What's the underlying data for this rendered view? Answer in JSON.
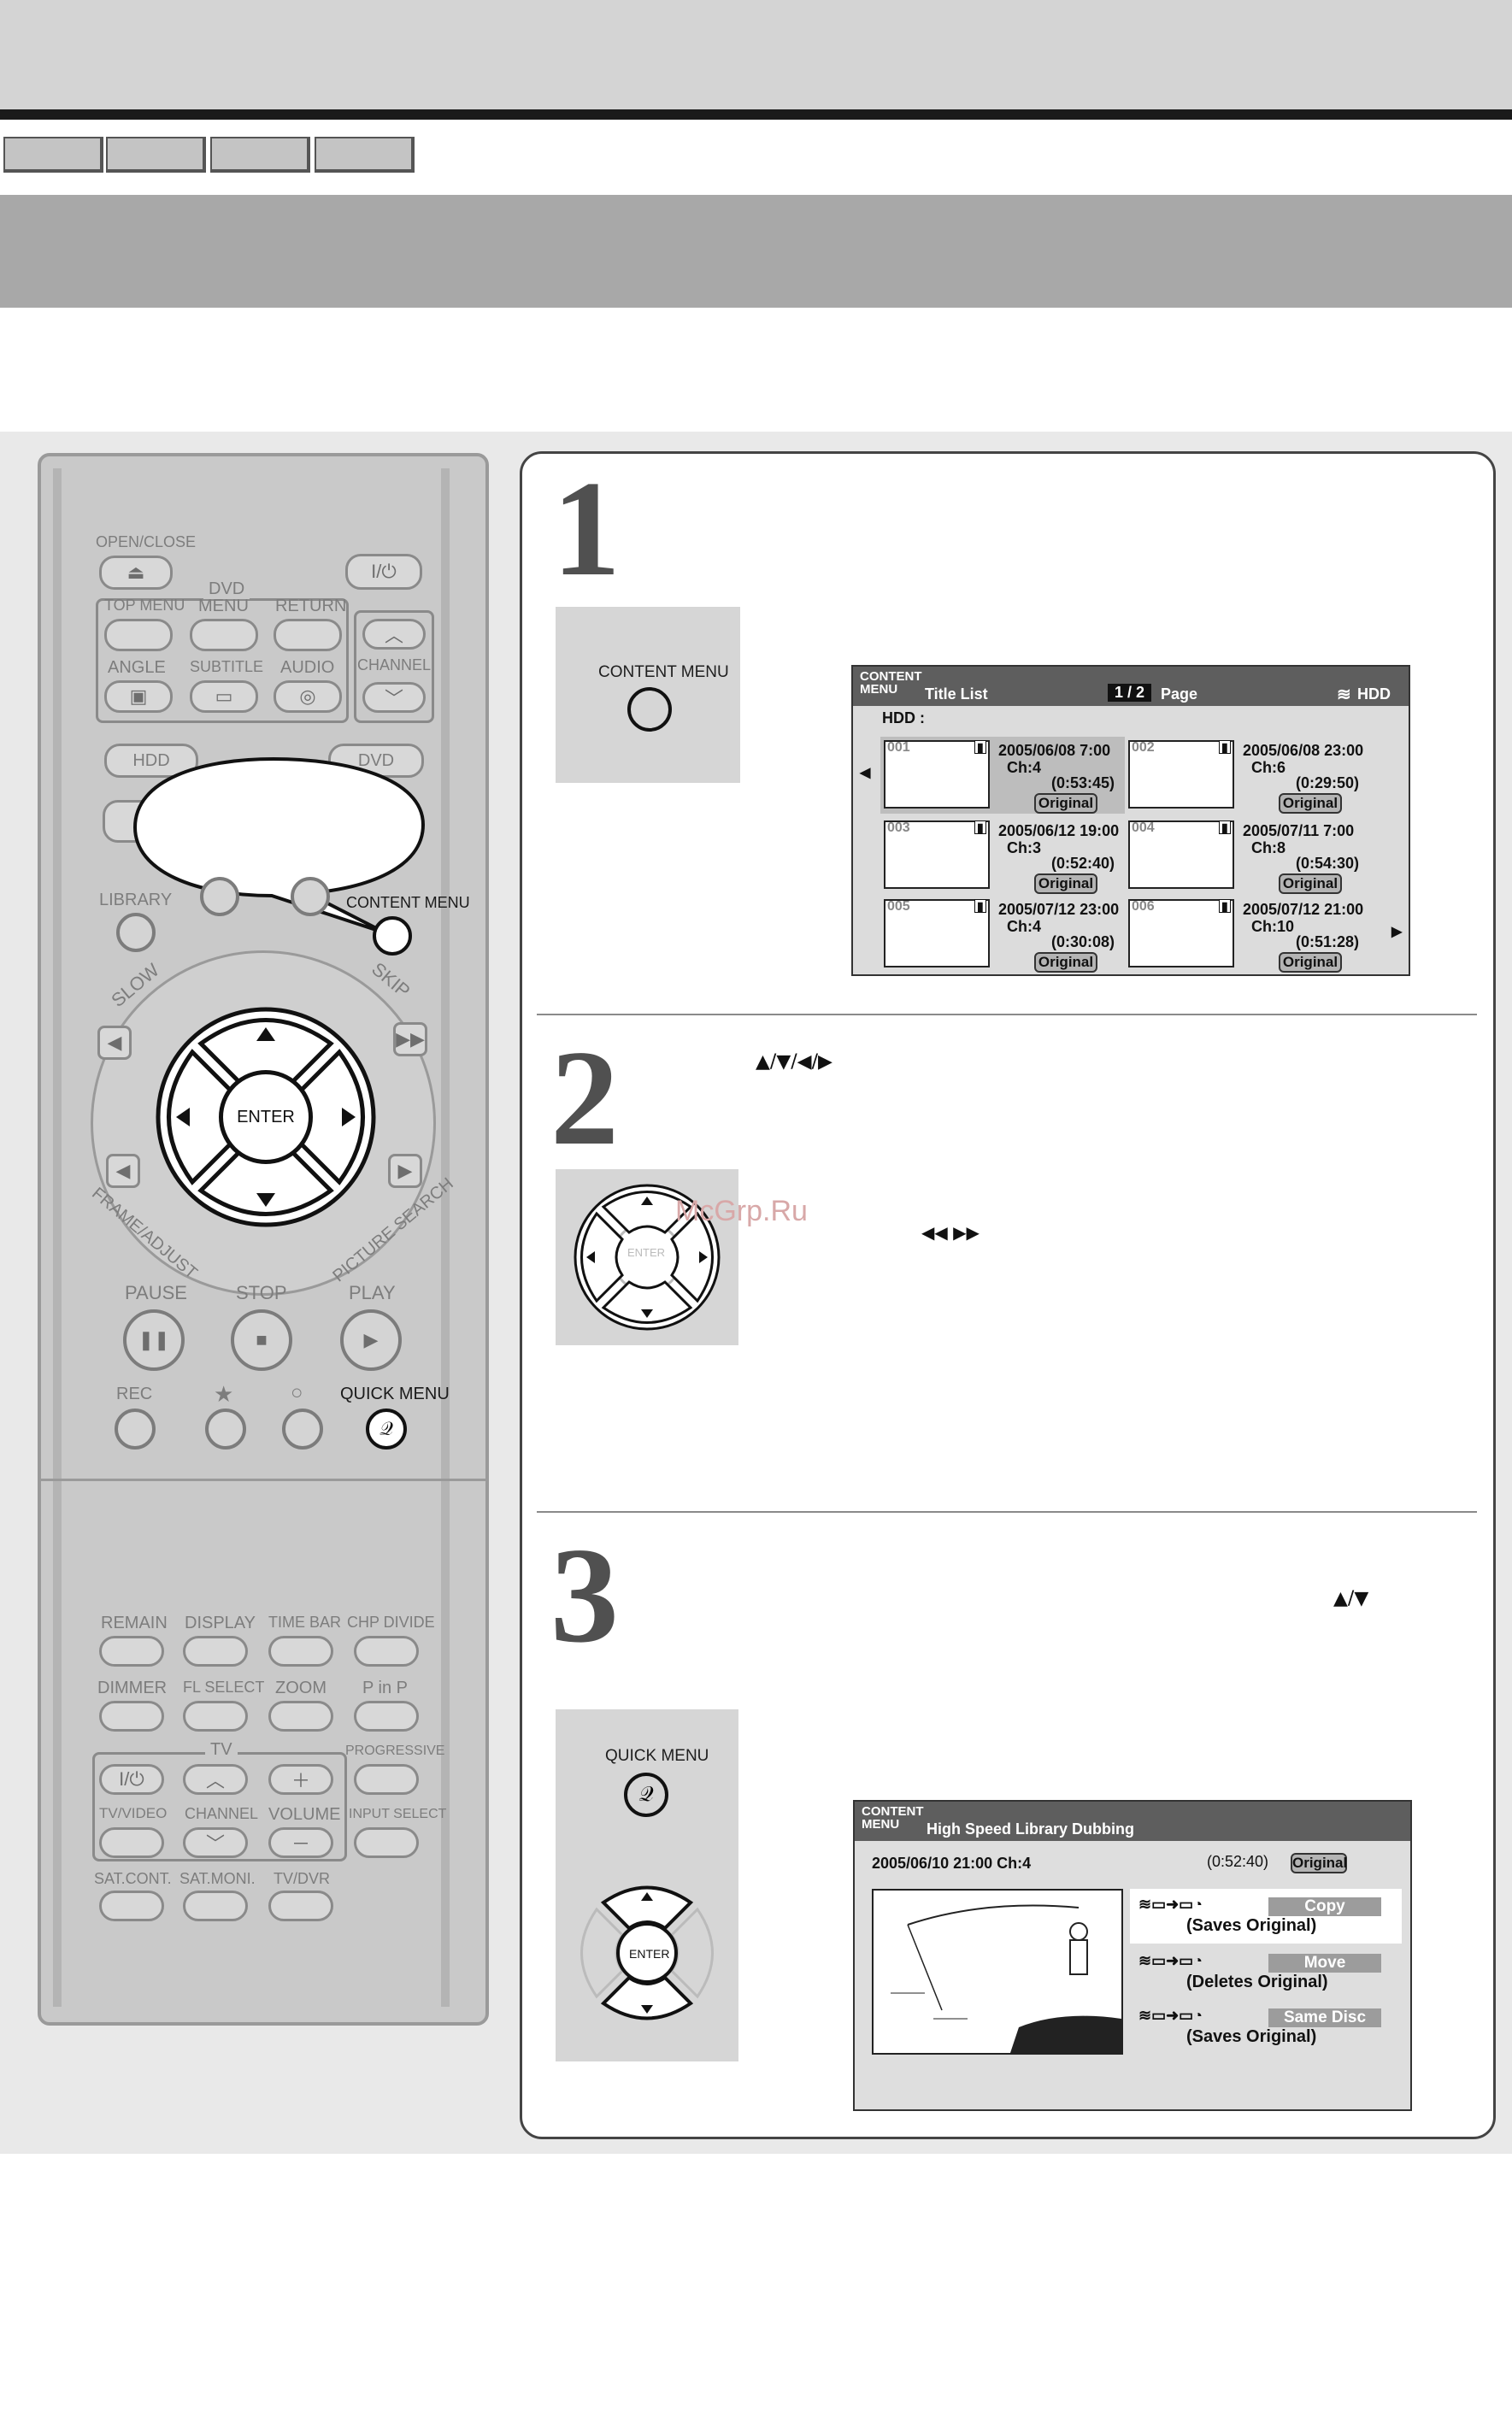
{
  "remote": {
    "open_close": "OPEN/CLOSE",
    "dvd": "DVD",
    "top_menu": "TOP MENU",
    "menu": "MENU",
    "return": "RETURN",
    "angle": "ANGLE",
    "subtitle": "SUBTITLE",
    "audio": "AUDIO",
    "channel": "CHANNEL",
    "hdd": "HDD",
    "dvd_btn": "DVD",
    "library": "LIBRARY",
    "content_menu": "CONTENT MENU",
    "slow": "SLOW",
    "skip": "SKIP",
    "enter": "ENTER",
    "frame_adjust": "FRAME/ADJUST",
    "picture_search": "PICTURE SEARCH",
    "pause": "PAUSE",
    "stop": "STOP",
    "play": "PLAY",
    "rec": "REC",
    "quick_menu": "QUICK MENU",
    "remain": "REMAIN",
    "display": "DISPLAY",
    "time_bar": "TIME BAR",
    "chp_divide": "CHP DIVIDE",
    "dimmer": "DIMMER",
    "fl_select": "FL SELECT",
    "zoom": "ZOOM",
    "p_in_p": "P in P",
    "tv": "TV",
    "progressive": "PROGRESSIVE",
    "tv_video": "TV/VIDEO",
    "channel2": "CHANNEL",
    "volume": "VOLUME",
    "input_select": "INPUT SELECT",
    "sat_cont": "SAT.CONT.",
    "sat_moni": "SAT.MONI.",
    "tv_dvr": "TV/DVR",
    "power_symbol": "I/⏻",
    "star": "★",
    "circle": "○"
  },
  "step1": {
    "number": "1",
    "button_label": "CONTENT MENU",
    "screen": {
      "logo": "CONTENT MENU",
      "title": "Title List",
      "page_indicator": "1 / 2",
      "page_word": "Page",
      "drive": "HDD",
      "drive_label": "HDD :",
      "titles": [
        {
          "num": "001",
          "date": "2005/06/08  7:00",
          "ch": "Ch:4",
          "dur": "(0:53:45)",
          "badge": "Original"
        },
        {
          "num": "002",
          "date": "2005/06/08 23:00",
          "ch": "Ch:6",
          "dur": "(0:29:50)",
          "badge": "Original"
        },
        {
          "num": "003",
          "date": "2005/06/12 19:00",
          "ch": "Ch:3",
          "dur": "(0:52:40)",
          "badge": "Original"
        },
        {
          "num": "004",
          "date": "2005/07/11  7:00",
          "ch": "Ch:8",
          "dur": "(0:54:30)",
          "badge": "Original"
        },
        {
          "num": "005",
          "date": "2005/07/12 23:00",
          "ch": "Ch:4",
          "dur": "(0:30:08)",
          "badge": "Original"
        },
        {
          "num": "006",
          "date": "2005/07/12 21:00",
          "ch": "Ch:10",
          "dur": "(0:51:28)",
          "badge": "Original"
        }
      ]
    }
  },
  "step2": {
    "number": "2",
    "arrows": "▲/▼/◀/▶",
    "skip_symbols": "◀◀   ▶▶",
    "enter": "ENTER"
  },
  "step3": {
    "number": "3",
    "arrows": "▲/▼",
    "button_label": "QUICK MENU",
    "enter": "ENTER",
    "screen": {
      "logo": "CONTENT MENU",
      "title": "High Speed Library Dubbing",
      "info": "2005/06/10  21:00  Ch:4",
      "duration": "(0:52:40)",
      "badge": "Original",
      "options": [
        {
          "label": "Copy",
          "desc": "(Saves Original)"
        },
        {
          "label": "Move",
          "desc": "(Deletes Original)"
        },
        {
          "label": "Same Disc",
          "desc": "(Saves Original)"
        }
      ]
    }
  },
  "watermark": "McGrp.Ru"
}
